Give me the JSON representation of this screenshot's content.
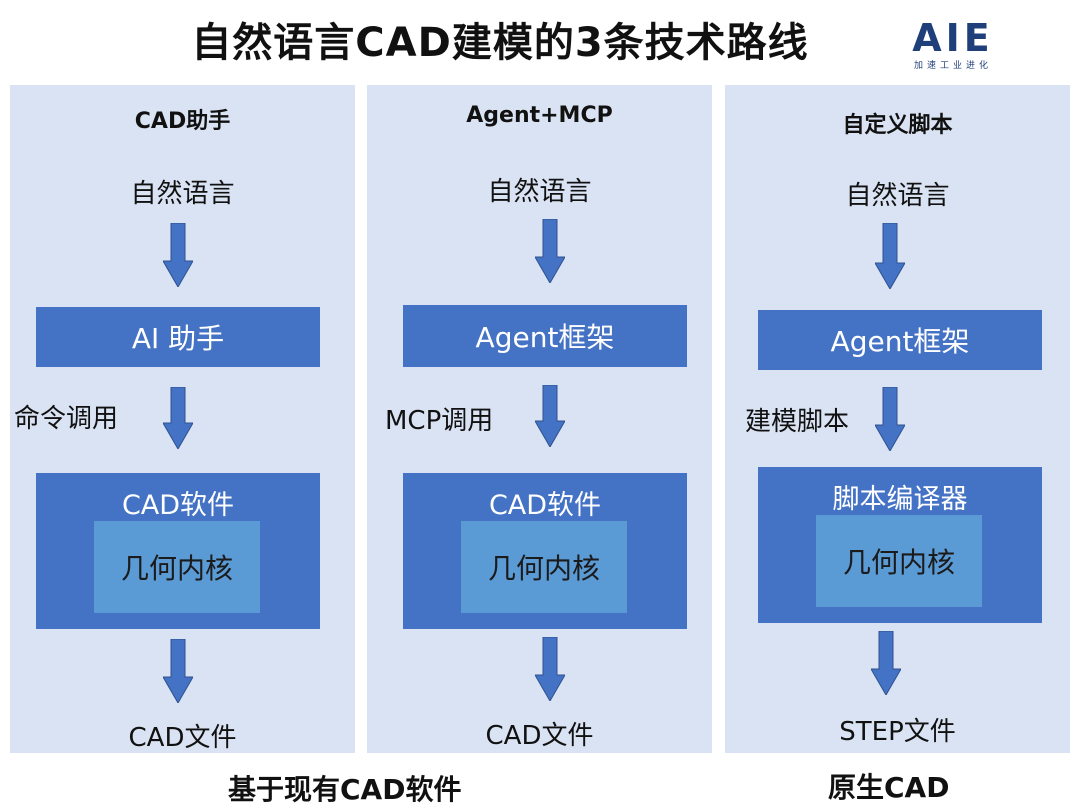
{
  "title": "自然语言CAD建模的3条技术路线",
  "logo": {
    "mark": "AIE",
    "sub": "加速工业进化"
  },
  "panels": [
    {
      "title": "CAD助手",
      "input": "自然语言",
      "box": "AI 助手",
      "edge_label": "命令调用",
      "outer_label": "CAD软件",
      "inner_label": "几何内核",
      "output": "CAD文件"
    },
    {
      "title": "Agent+MCP",
      "input": "自然语言",
      "box": "Agent框架",
      "edge_label": "MCP调用",
      "outer_label": "CAD软件",
      "inner_label": "几何内核",
      "output": "CAD文件"
    },
    {
      "title": "自定义脚本",
      "input": "自然语言",
      "box": "Agent框架",
      "edge_label": "建模脚本",
      "outer_label": "脚本编译器",
      "inner_label": "几何内核",
      "output": "STEP文件"
    }
  ],
  "footer": {
    "left": "基于现有CAD软件",
    "right": "原生CAD"
  },
  "colors": {
    "panel_bg": "#dae3f3",
    "box": "#4472c4",
    "inner": "#5b9bd5",
    "arrow": "#4472c4"
  }
}
